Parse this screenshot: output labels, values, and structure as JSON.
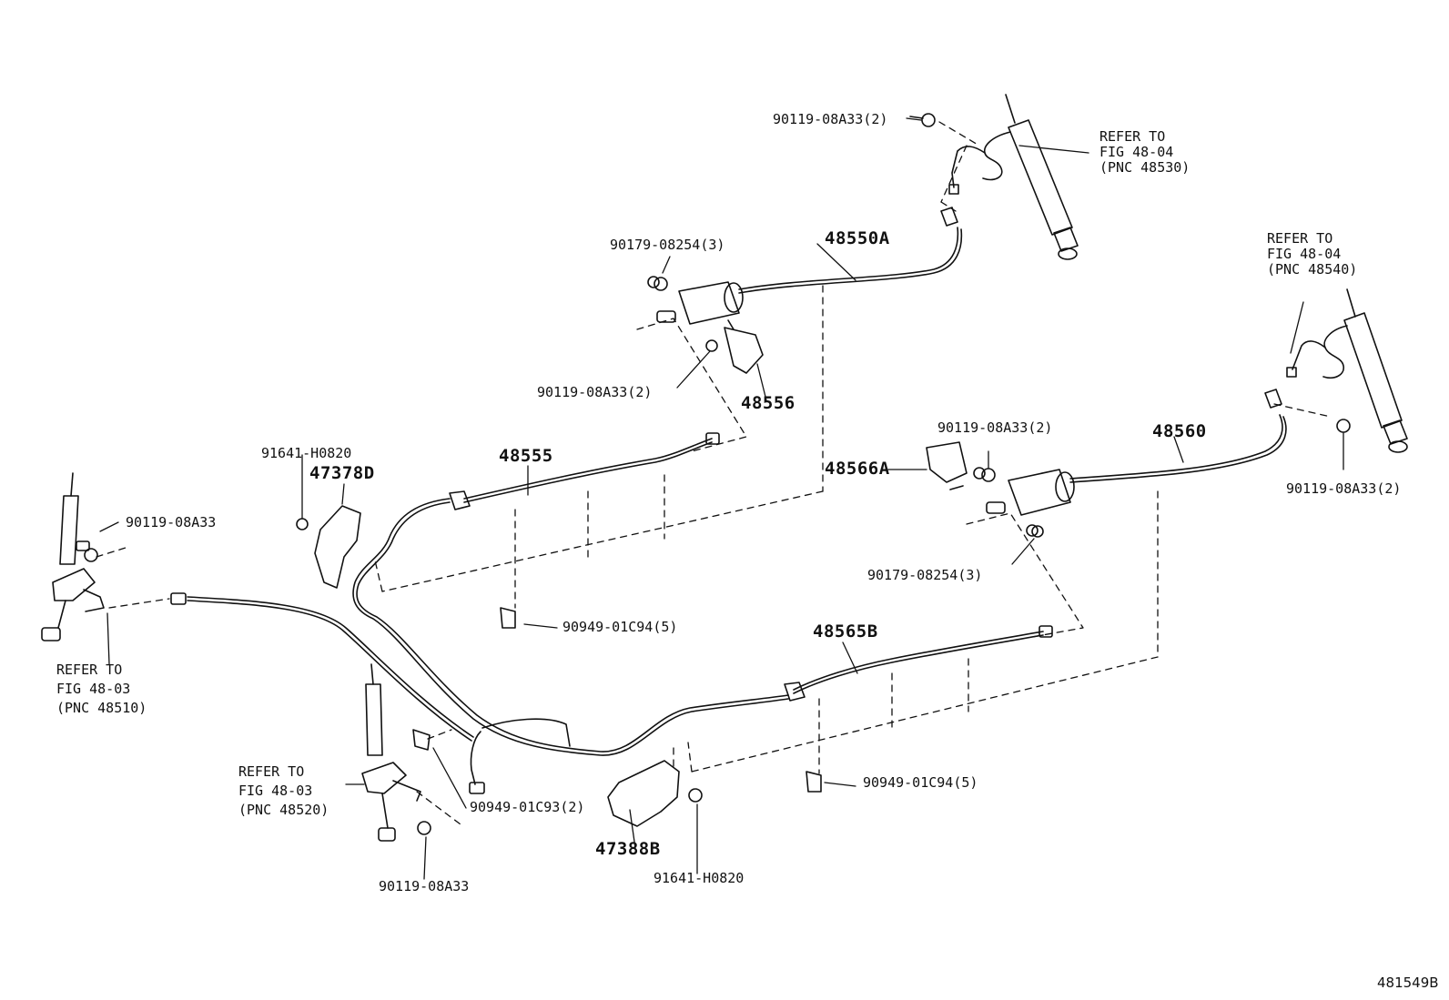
{
  "labels": {
    "p_90119_top": "90119-08A33(2)",
    "p_90179_top": "90179-08254(3)",
    "p_48550A": "48550A",
    "p_90119_mid": "90119-08A33(2)",
    "p_48556": "48556",
    "p_91641_left": "91641-H0820",
    "p_47378D": "47378D",
    "p_48555": "48555",
    "p_90119_left": "90119-08A33",
    "p_90949_c94_a": "90949-01C94(5)",
    "p_90119_rmid": "90119-08A33(2)",
    "p_48560": "48560",
    "p_48566A": "48566A",
    "p_90119_right": "90119-08A33(2)",
    "p_90179_right": "90179-08254(3)",
    "p_48565B": "48565B",
    "p_90949_c94_b": "90949-01C94(5)",
    "p_90949_c93": "90949-01C93(2)",
    "p_47388B": "47388B",
    "p_91641_bottom": "91641-H0820",
    "p_90119_bottom": "90119-08A33"
  },
  "refs": {
    "rear_right": [
      "REFER TO",
      "FIG 48-04",
      "(PNC 48530)"
    ],
    "rear_left": [
      "REFER TO",
      "FIG 48-04",
      "(PNC 48540)"
    ],
    "front_left": [
      "REFER TO",
      "FIG 48-03",
      "(PNC 48510)"
    ],
    "front_right": [
      "REFER TO",
      "FIG 48-03",
      "(PNC 48520)"
    ]
  },
  "illustration_code": "481549B"
}
